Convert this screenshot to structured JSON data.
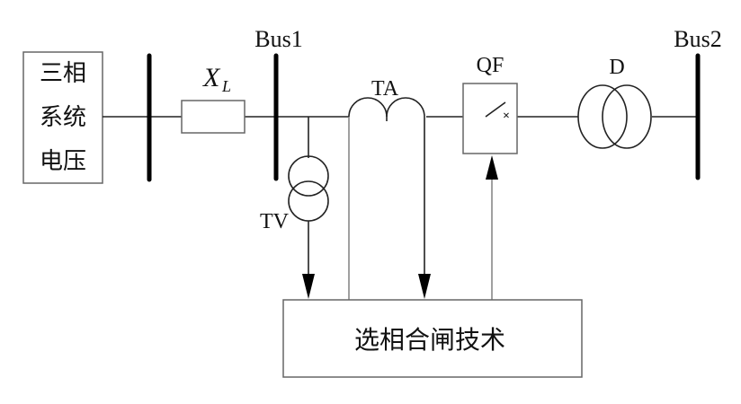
{
  "diagram": {
    "source_box": {
      "lines": [
        "三相",
        "系统",
        "电压"
      ]
    },
    "reactance_label": {
      "main": "X",
      "sub": "L"
    },
    "bus1_label": "Bus1",
    "bus2_label": "Bus2",
    "current_transformer_label": "TA",
    "breaker_label": "QF",
    "transformer_label": "D",
    "voltage_transformer_label": "TV",
    "controller_box_label": "选相合闸技术",
    "breaker_contact_mark": "×"
  }
}
